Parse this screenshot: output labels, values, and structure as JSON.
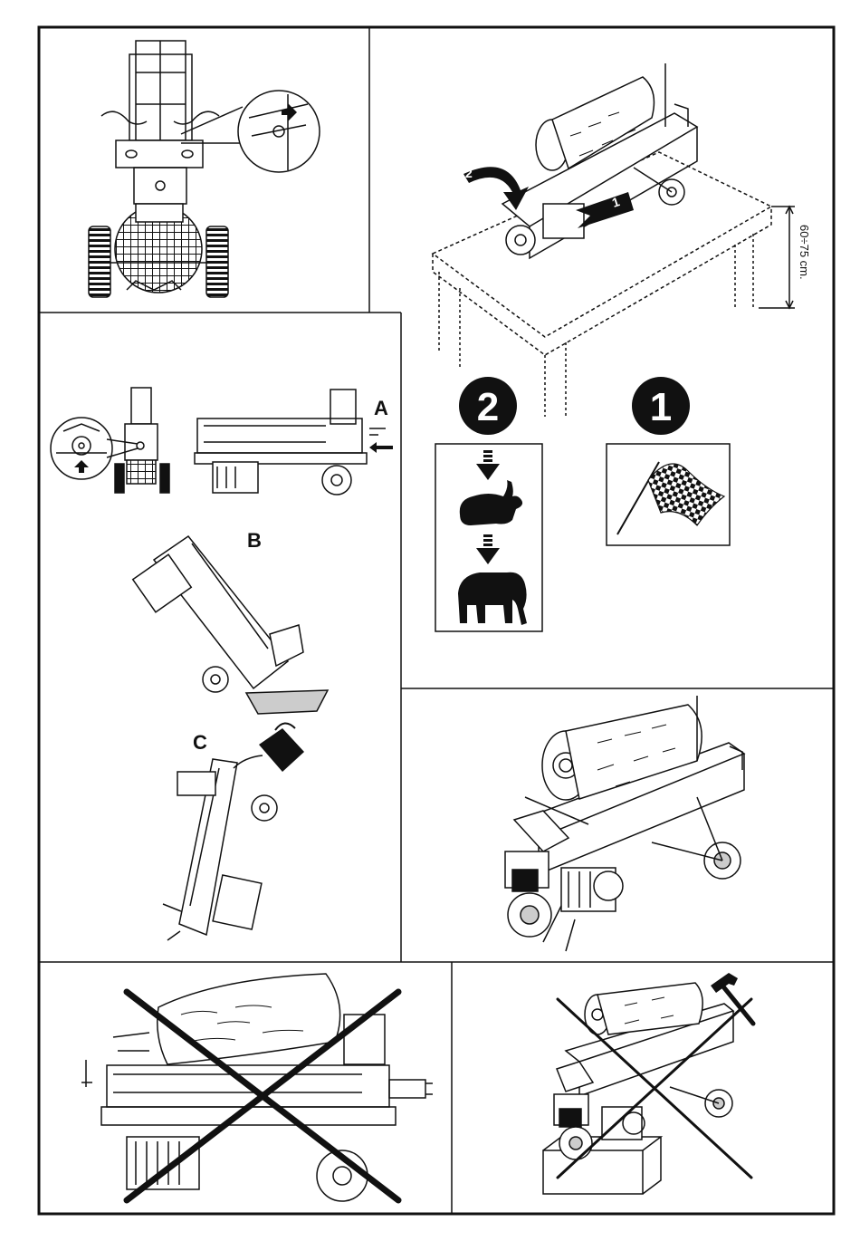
{
  "panels": {
    "setup": {
      "step_2_arrow_label": "2",
      "step_1_arrow_label": "1",
      "table_height": "60÷75 cm."
    },
    "oil": {
      "label_a": "A",
      "label_b": "B",
      "label_c": "C"
    },
    "steps": {
      "badge_2": "2",
      "badge_1": "1"
    }
  },
  "icons": [
    "rabbit-icon",
    "elephant-icon",
    "checkered-flag-icon",
    "hammer-icon",
    "oil-can-icon",
    "prohibited-x-icon"
  ]
}
